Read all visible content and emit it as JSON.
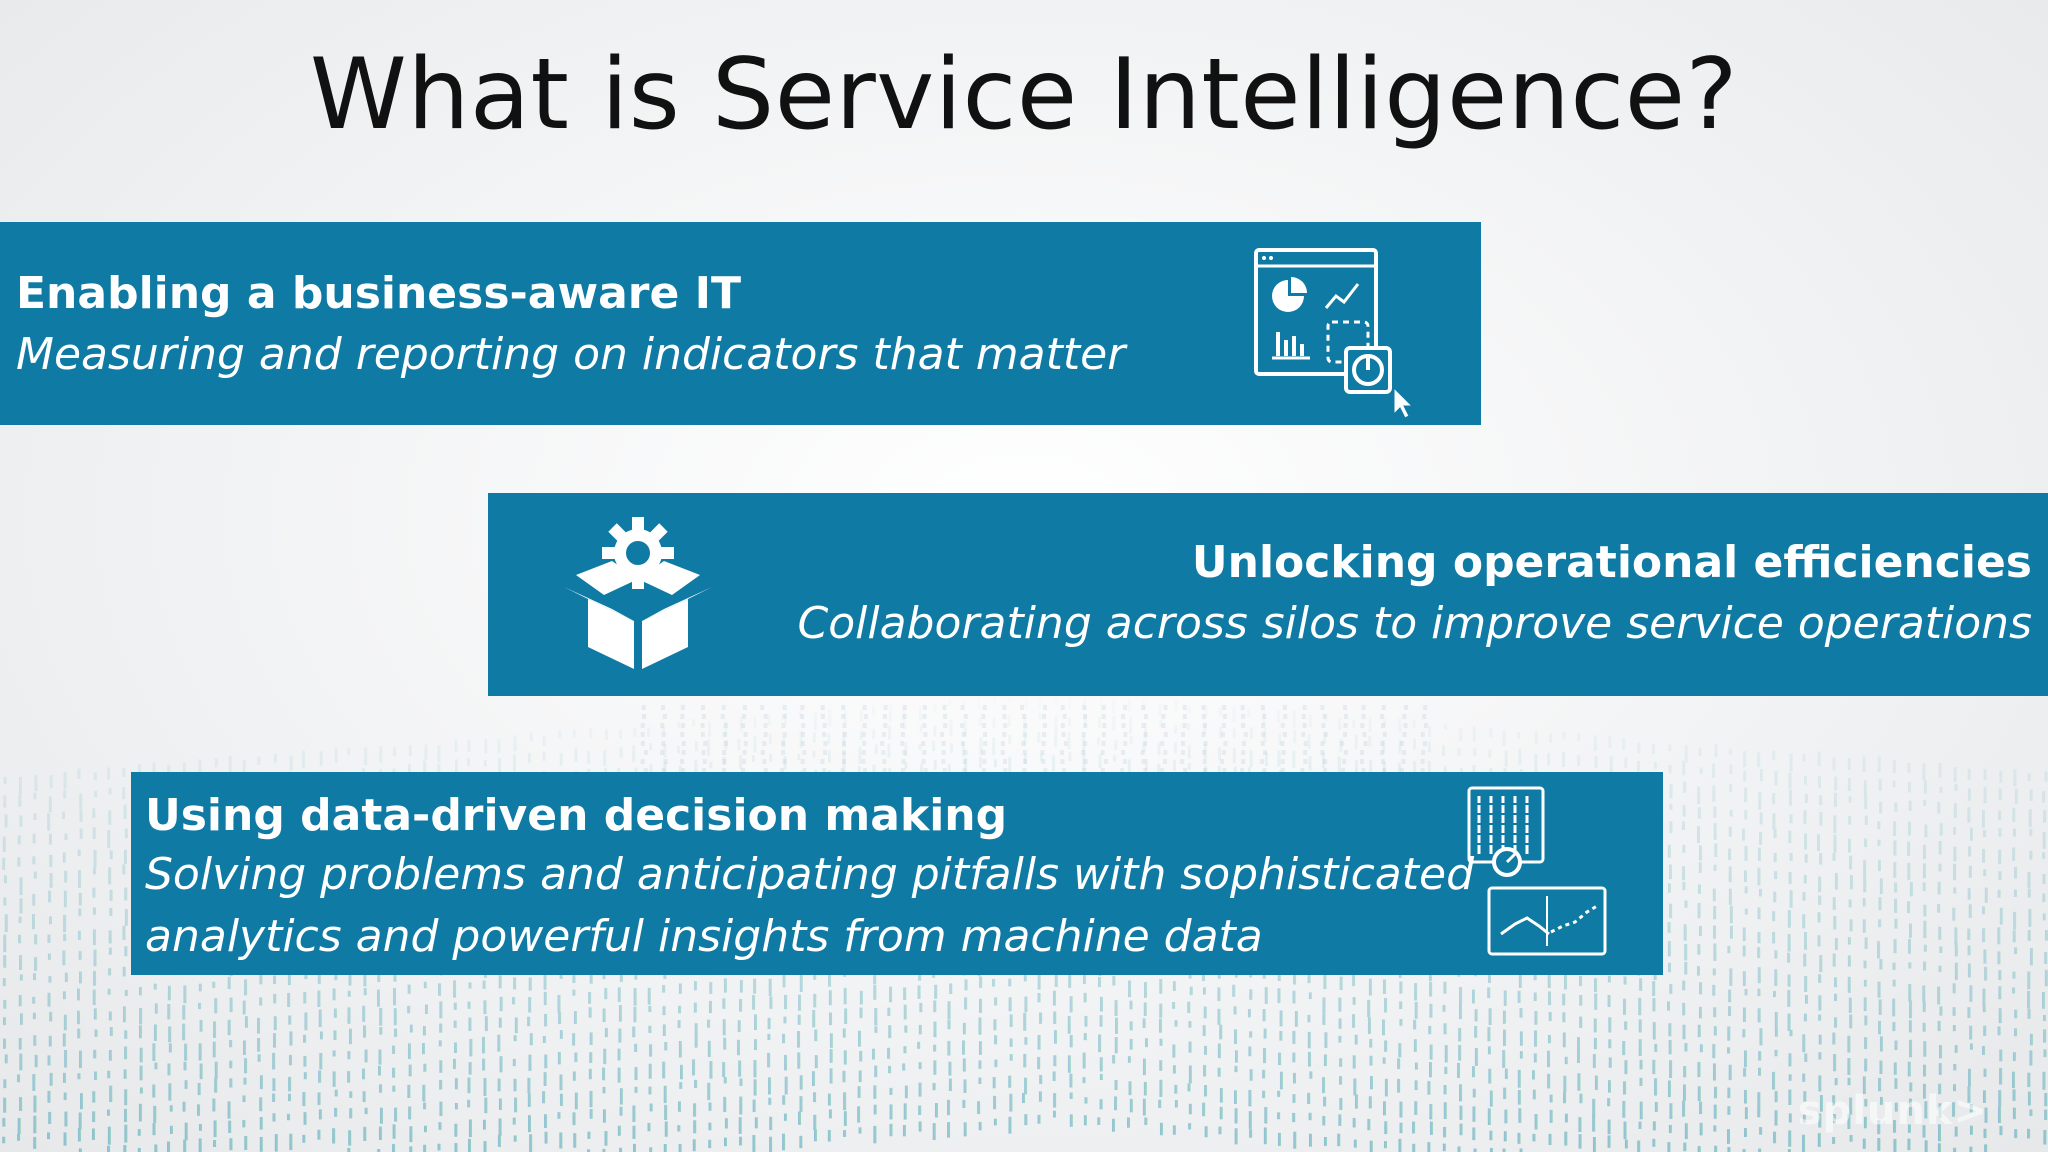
{
  "slide": {
    "title": "What is Service Intelligence?",
    "logo_text": "splunk>"
  },
  "bands": [
    {
      "heading": "Enabling a business-aware IT",
      "subtitle": "Measuring and reporting on indicators that matter",
      "icon": "dashboard-icon"
    },
    {
      "heading": "Unlocking operational efficiencies",
      "subtitle": "Collaborating across silos to improve service operations",
      "icon": "gear-box-icon"
    },
    {
      "heading": "Using data-driven decision making",
      "subtitle_line1": "Solving problems and anticipating pitfalls with sophisticated",
      "subtitle_line2": "analytics and powerful insights from machine data",
      "icon": "server-analytics-icon"
    }
  ],
  "colors": {
    "band": "#0f7aa3",
    "title": "#111111",
    "background_data_blue": "#3b8fc9",
    "background_data_green": "#4db88a"
  }
}
